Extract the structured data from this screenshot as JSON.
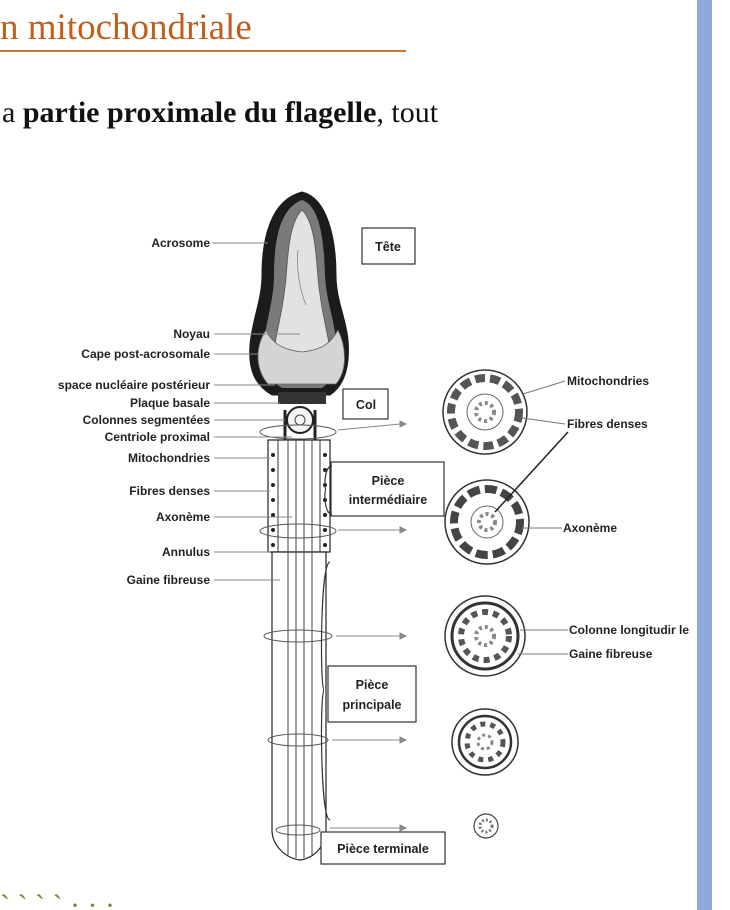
{
  "heading": {
    "text": "n mitochondriale"
  },
  "intro": {
    "before": "a ",
    "bold": "partie proximale du flagelle",
    "after": ", tout"
  },
  "bottom_text": "` ` ` ` ·  ·  ·",
  "colors": {
    "heading": "#c05f1c",
    "sidebar": "#8fa9dc",
    "bottom_text": "#6b8e2a"
  },
  "figure": {
    "left_labels": {
      "acrosome": "Acrosome",
      "noyau": "Noyau",
      "cape": "Cape post-acrosomale",
      "espace": "space nucléaire postérieur",
      "plaque": "Plaque basale",
      "colonnes": "Colonnes segmentées",
      "centriole": "Centriole proximal",
      "mitochondries": "Mitochondries",
      "fibres": "Fibres denses",
      "axoneme": "Axonème",
      "annulus": "Annulus",
      "gaine": "Gaine fibreuse"
    },
    "boxes": {
      "tete": "Tête",
      "col": "Col",
      "piece_inter_1": "Pièce",
      "piece_inter_2": "intermédiaire",
      "piece_princ_1": "Pièce",
      "piece_princ_2": "principale",
      "piece_term": "Pièce terminale"
    },
    "right_labels": {
      "mitochondries": "Mitochondries",
      "fibres": "Fibres denses",
      "axoneme": "Axonème",
      "colonne": "Colonne longitudir le",
      "gaine": "Gaine fibreuse"
    }
  }
}
